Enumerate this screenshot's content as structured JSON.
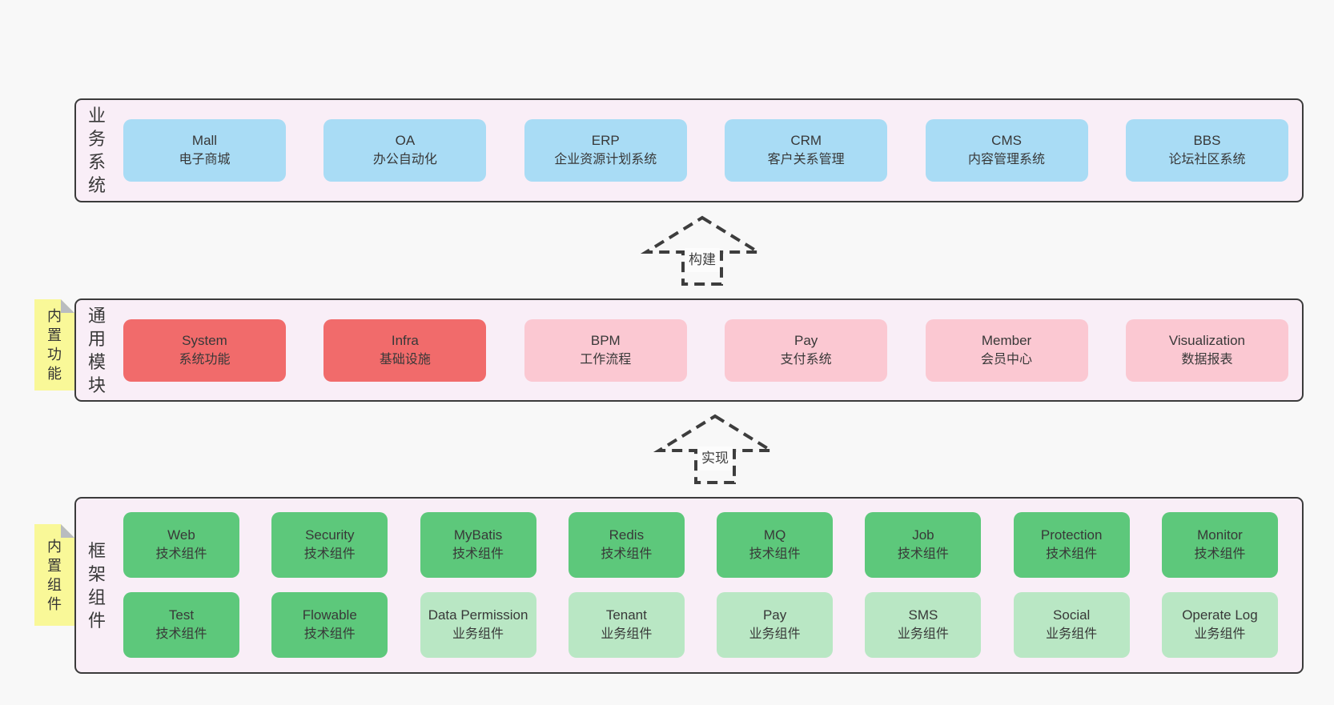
{
  "colors": {
    "page-bg": "#f8f8f8",
    "panel-bg": "#f9eef7",
    "panel-border": "#3b3b3b",
    "box-blue": "#a9dcf5",
    "box-red": "#f16b6b",
    "box-pink": "#fbc8d2",
    "box-green": "#5dc87b",
    "box-green-light": "#b9e7c4",
    "sticky-yellow": "#f9f898",
    "fold-gray": "#b9bcc0",
    "text": "#383838"
  },
  "arrows": {
    "build": {
      "label": "构建"
    },
    "implement": {
      "label": "实现"
    }
  },
  "sections": {
    "business": {
      "label": "业务系统",
      "items": [
        {
          "name": "Mall",
          "desc": "电子商城"
        },
        {
          "name": "OA",
          "desc": "办公自动化"
        },
        {
          "name": "ERP",
          "desc": "企业资源计划系统"
        },
        {
          "name": "CRM",
          "desc": "客户关系管理"
        },
        {
          "name": "CMS",
          "desc": "内容管理系统"
        },
        {
          "name": "BBS",
          "desc": "论坛社区系统"
        }
      ]
    },
    "common": {
      "label": "通用模块",
      "sticky": "内置功能",
      "items": [
        {
          "name": "System",
          "desc": "系统功能"
        },
        {
          "name": "Infra",
          "desc": "基础设施"
        },
        {
          "name": "BPM",
          "desc": "工作流程"
        },
        {
          "name": "Pay",
          "desc": "支付系统"
        },
        {
          "name": "Member",
          "desc": "会员中心"
        },
        {
          "name": "Visualization",
          "desc": "数据报表"
        }
      ]
    },
    "framework": {
      "label": "框架组件",
      "sticky": "内置组件",
      "rows": [
        [
          {
            "name": "Web",
            "desc": "技术组件"
          },
          {
            "name": "Security",
            "desc": "技术组件"
          },
          {
            "name": "MyBatis",
            "desc": "技术组件"
          },
          {
            "name": "Redis",
            "desc": "技术组件"
          },
          {
            "name": "MQ",
            "desc": "技术组件"
          },
          {
            "name": "Job",
            "desc": "技术组件"
          },
          {
            "name": "Protection",
            "desc": "技术组件"
          },
          {
            "name": "Monitor",
            "desc": "技术组件"
          }
        ],
        [
          {
            "name": "Test",
            "desc": "技术组件"
          },
          {
            "name": "Flowable",
            "desc": "技术组件"
          },
          {
            "name": "Data Permission",
            "desc": "业务组件"
          },
          {
            "name": "Tenant",
            "desc": "业务组件"
          },
          {
            "name": "Pay",
            "desc": "业务组件"
          },
          {
            "name": "SMS",
            "desc": "业务组件"
          },
          {
            "name": "Social",
            "desc": "业务组件"
          },
          {
            "name": "Operate Log",
            "desc": "业务组件"
          }
        ]
      ]
    }
  }
}
